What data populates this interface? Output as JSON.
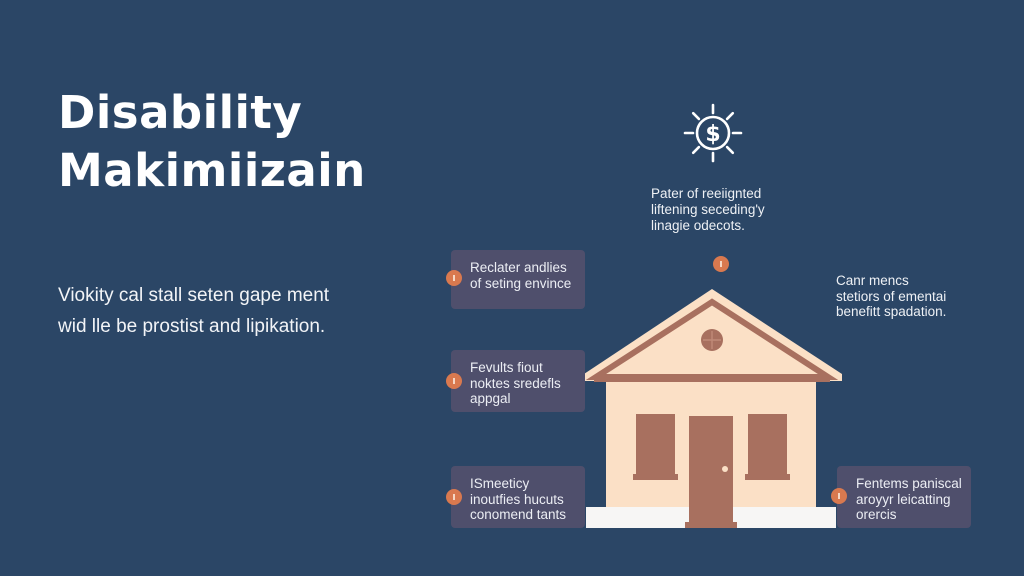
{
  "header": {
    "title_lines": [
      "Disability",
      "Makimiizain"
    ],
    "subtitle_lines": [
      "Viokity cal stall seten gape ment",
      "wid lle be prostist and lipikation."
    ]
  },
  "top_icon": {
    "icon": "dollar-sun-icon"
  },
  "top_note": {
    "lines": [
      "Pater of reeiignted",
      "liftening seceding'y",
      "linagie odecots."
    ]
  },
  "right_note": {
    "lines": [
      "Canr mencs",
      "stetiors of ementai",
      "benefitt spadation."
    ]
  },
  "callouts": [
    {
      "id": "left-top",
      "lines": [
        "Reclater andlies",
        "of seting envince"
      ]
    },
    {
      "id": "left-middle",
      "lines": [
        "Fevults fiout",
        "noktes sredefls",
        "appgal"
      ]
    },
    {
      "id": "left-bottom",
      "lines": [
        "ISmeeticy",
        "inoutfies hucuts",
        "conomend tants"
      ]
    },
    {
      "id": "right-bottom",
      "lines": [
        "Fentems paniscal",
        "aroyyr leicatting",
        "orercis"
      ]
    }
  ],
  "colors": {
    "background": "#2b4666",
    "callout_bg": "#4f4f6c",
    "marker": "#d9794f",
    "house_wall": "#fbe0c6",
    "house_trim": "#a8705f",
    "foundation": "#f7f6f5",
    "text": "#ffffff"
  }
}
